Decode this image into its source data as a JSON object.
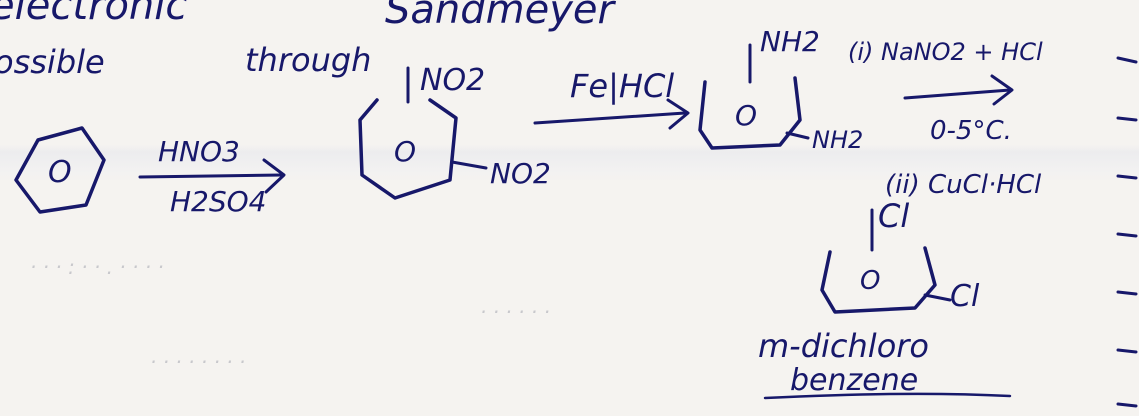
{
  "header": {
    "line1_left": "electronic",
    "line1_right": "Sandmeyer",
    "line2_left": "ossible",
    "line2_right": "through"
  },
  "step1": {
    "reagent_top": "HNO3",
    "reagent_bottom": "H2SO4",
    "ring_label": "O"
  },
  "step2": {
    "top_sub": "NO2",
    "right_sub": "NO2",
    "reagent": "Fe|HCl",
    "ring_label": "O"
  },
  "step3": {
    "top_sub": "NH2",
    "right_sub": "NH2",
    "ring_label": "O",
    "reagent_top": "(i) NaNO2 + HCl",
    "reagent_mid": "0-5°C.",
    "reagent_bottom": "(ii) CuCl·HCl"
  },
  "product": {
    "top_sub": "Cl",
    "right_sub": "Cl",
    "ring_label": "O",
    "name_line1": "m-dichloro",
    "name_line2": "benzene"
  },
  "colors": {
    "ink": "#17186a",
    "paper": "#f5f3f0",
    "bleed": "#c8c8cc"
  }
}
